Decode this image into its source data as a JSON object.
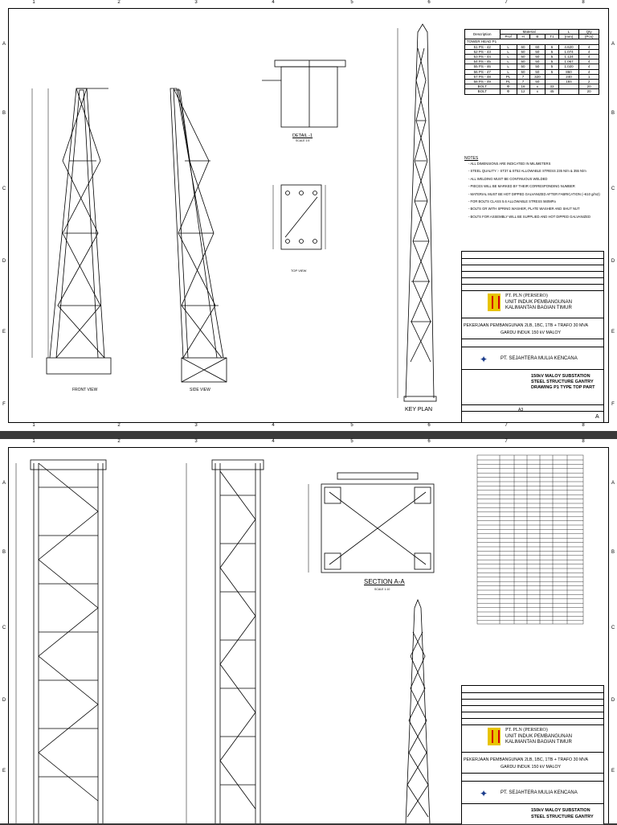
{
  "grid": {
    "cols": [
      "1",
      "2",
      "3",
      "4",
      "5",
      "6",
      "7",
      "8"
    ],
    "rows": [
      "A",
      "B",
      "C",
      "D",
      "E",
      "F"
    ]
  },
  "sheet1": {
    "views": {
      "front": "FRONT VIEW",
      "side": "SIDE VIEW",
      "detail": "DETAIL -1",
      "detail_scale": "SCALE 1:5",
      "top": "TOP VIEW",
      "key": "KEY PLAN"
    },
    "table": {
      "headers": [
        "Description",
        "Material",
        "L",
        "Qty"
      ],
      "subheaders": [
        "Prof",
        "H",
        "B",
        "T1",
        "(mm)",
        "(Pcs)"
      ],
      "group": "TOWER HEAD P1",
      "rows": [
        [
          "51",
          "PS - 42",
          "L",
          "60",
          "60",
          "6",
          "4.620",
          "4"
        ],
        [
          "52",
          "PS - 43",
          "L",
          "50",
          "50",
          "5",
          "1.074",
          "4"
        ],
        [
          "53",
          "PS - 44",
          "L",
          "50",
          "50",
          "5",
          "1.124",
          "4"
        ],
        [
          "54",
          "PS - 45",
          "L",
          "50",
          "50",
          "5",
          "1.067",
          "4"
        ],
        [
          "55",
          "PS - 46",
          "L",
          "50",
          "50",
          "5",
          "1.020",
          "4"
        ],
        [
          "56",
          "PS - 47",
          "L",
          "50",
          "50",
          "5",
          "860",
          "4"
        ],
        [
          "57",
          "PS - 48",
          "PL",
          "7",
          "320",
          "",
          "240",
          "1"
        ],
        [
          "58",
          "PS - 49",
          "PL",
          "7",
          "50",
          "",
          "184",
          "2"
        ]
      ],
      "bolts": [
        [
          "BOLT",
          "16",
          "33",
          "20"
        ],
        [
          "BOLT",
          "12",
          "45",
          "20"
        ]
      ]
    },
    "notes_title": "NOTES",
    "notes": [
      "- ALL DIMENSIONS ARE INDICATED IN MILIMETERS",
      "- STEEL QUALITY :- ST37 & ST52 ALLOWABLE STRESS 235 N/m & 355 N/m",
      "- ALL WELDING MUST BE CONTINUOUS WELDED",
      "- PIECES WILL BE MARKED BY THEIR CORRESPONDING NUMBER",
      "- MATERIAL MUST BE HOT DIPPED GALVANIZED AFTER FABRICATION (~610 g/m2)",
      "- FOR BOLTS CLASS 5.6 ALLOWABLE STRESS 560MPa",
      "- BOLTS GR WITH SPRING WASHER, PLATE WASHER AND SHUT NUT",
      "- BOLTS FOR ASSEMBLY WILL BE SUPPLIED AND HOT DIPPED GALVANIZED"
    ],
    "titleblock": {
      "owner": "PT. PLN (PERSERO)",
      "unit1": "UNIT INDUK PEMBANGUNAN",
      "unit2": "KALIMANTAN BAGIAN TIMUR",
      "project1": "PEKERJAAN PEMBANGUNAN 2LB, 1BC, 1TB + TRAFO 30 MVA",
      "project2": "GARDU INDUK 150 kV MALOY",
      "contractor": "PT. SEJAHTERA MULIA KENCANA",
      "title": "150kV MALOY SUBSTATION STEEL STRUCTURE GANTRY DRAWING P1 TYPE TOP PART",
      "size": "A3",
      "rev": "A"
    }
  },
  "sheet2": {
    "section": "SECTION A-A",
    "section_scale": "SCALE 1:10",
    "titleblock": {
      "owner": "PT. PLN (PERSERO)",
      "unit1": "UNIT INDUK PEMBANGUNAN",
      "unit2": "KALIMANTAN BAGIAN TIMUR",
      "project1": "PEKERJAAN PEMBANGUNAN 2LB, 1BC, 1TB + TRAFO 30 MVA",
      "project2": "GARDU INDUK 150 kV MALOY",
      "contractor": "PT. SEJAHTERA MULIA KENCANA",
      "title1": "150kV MALOY SUBSTATION",
      "title2": "STEEL STRUCTURE GANTRY"
    }
  }
}
